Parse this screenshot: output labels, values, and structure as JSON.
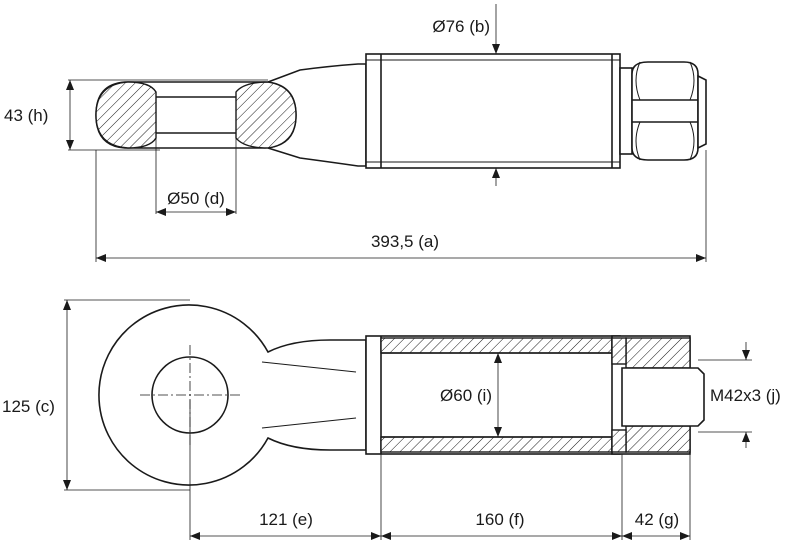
{
  "dimensions": {
    "b_label": "Ø76 (b)",
    "h_label": "43 (h)",
    "d_label": "Ø50 (d)",
    "a_label": "393,5 (a)",
    "c_label": "125 (c)",
    "i_label": "Ø60 (i)",
    "j_label": "M42x3 (j)",
    "e_label": "121 (e)",
    "f_label": "160 (f)",
    "g_label": "42 (g)"
  }
}
